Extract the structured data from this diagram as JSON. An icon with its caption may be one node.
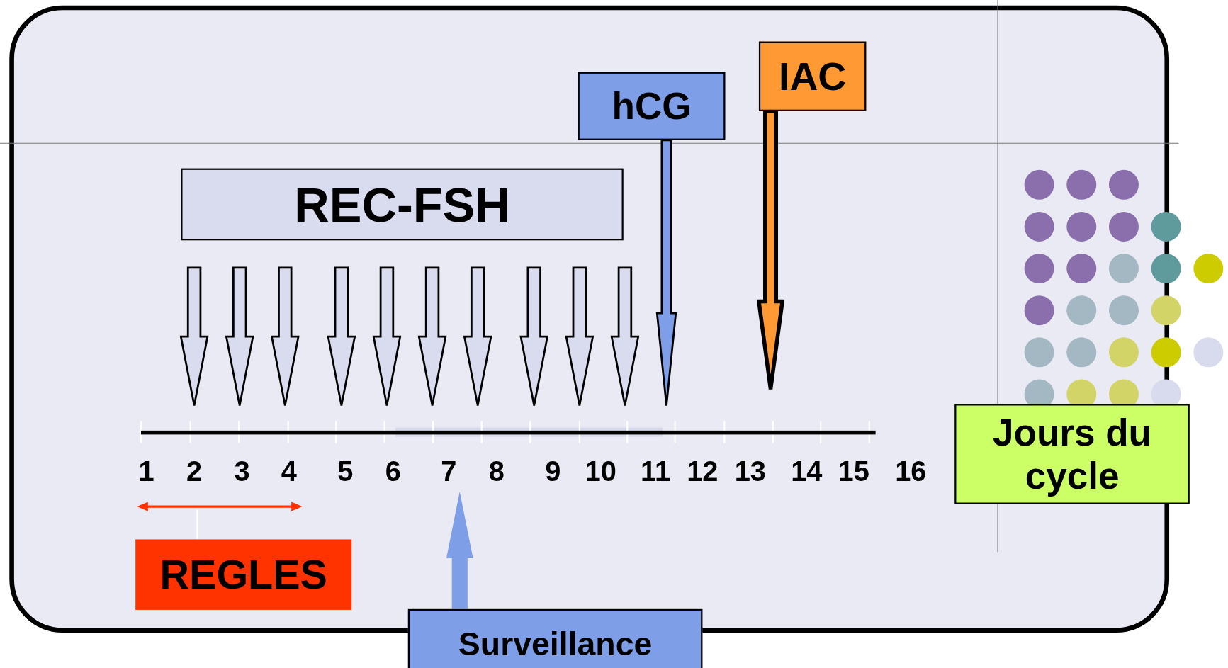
{
  "diagram": {
    "nodes": [
      {
        "text": [
          "IAC"
        ]
      },
      {
        "text": [
          "hCG"
        ]
      },
      {
        "text": [
          "REC-FSH"
        ]
      },
      {
        "text": [],
        "shape": "bar"
      },
      {
        "text": [
          "Jours du cycle"
        ]
      },
      {
        "text": [
          "REGLES"
        ]
      },
      {
        "text": [
          "Surveillance"
        ]
      }
    ],
    "edges": [
      {
        "from": null,
        "to": 3,
        "arrow": "to"
      },
      {
        "from": null,
        "to": 3,
        "arrow": "to"
      },
      {
        "from": null,
        "to": 3,
        "arrow": "to"
      },
      {
        "from": null,
        "to": 3,
        "arrow": "to"
      },
      {
        "from": null,
        "to": 3,
        "arrow": "to"
      },
      {
        "from": null,
        "to": 3,
        "arrow": "to"
      },
      {
        "from": null,
        "to": 3,
        "arrow": "to"
      },
      {
        "from": null,
        "to": 3,
        "arrow": "to"
      },
      {
        "from": null,
        "to": 3,
        "arrow": "to"
      },
      {
        "from": null,
        "to": 3,
        "arrow": "to"
      },
      {
        "from": 1,
        "to": 3,
        "arrow": "to",
        "color": "#7f9ee8"
      },
      {
        "from": 0,
        "to": 3,
        "arrow": "to",
        "color": "#ff9933"
      },
      {
        "from": 6,
        "to": 3,
        "arrow": "to",
        "color": "#7f9ee8"
      },
      {
        "from": 5,
        "to": null,
        "arrow": "none",
        "color": "#ffffff"
      }
    ],
    "labels": [
      "1",
      "2",
      "3",
      "4",
      "5",
      "6",
      "7",
      "8",
      "9",
      "10",
      "11",
      "12",
      "13",
      "14",
      "15",
      "16"
    ]
  }
}
